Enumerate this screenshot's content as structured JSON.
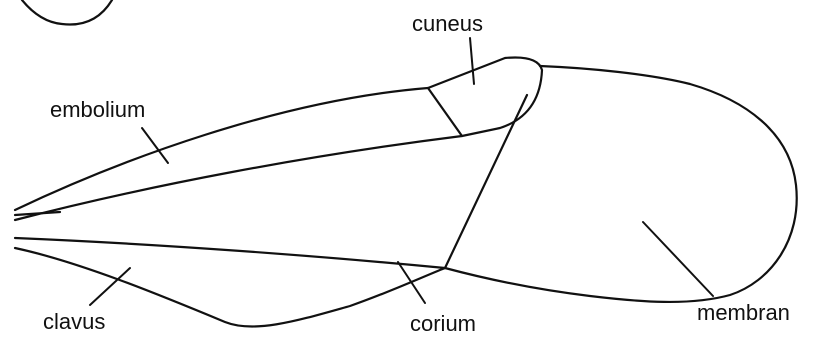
{
  "labels": {
    "cuneus": "cuneus",
    "embolium": "embolium",
    "clavus": "clavus",
    "corium": "corium",
    "membrane": "membran"
  }
}
